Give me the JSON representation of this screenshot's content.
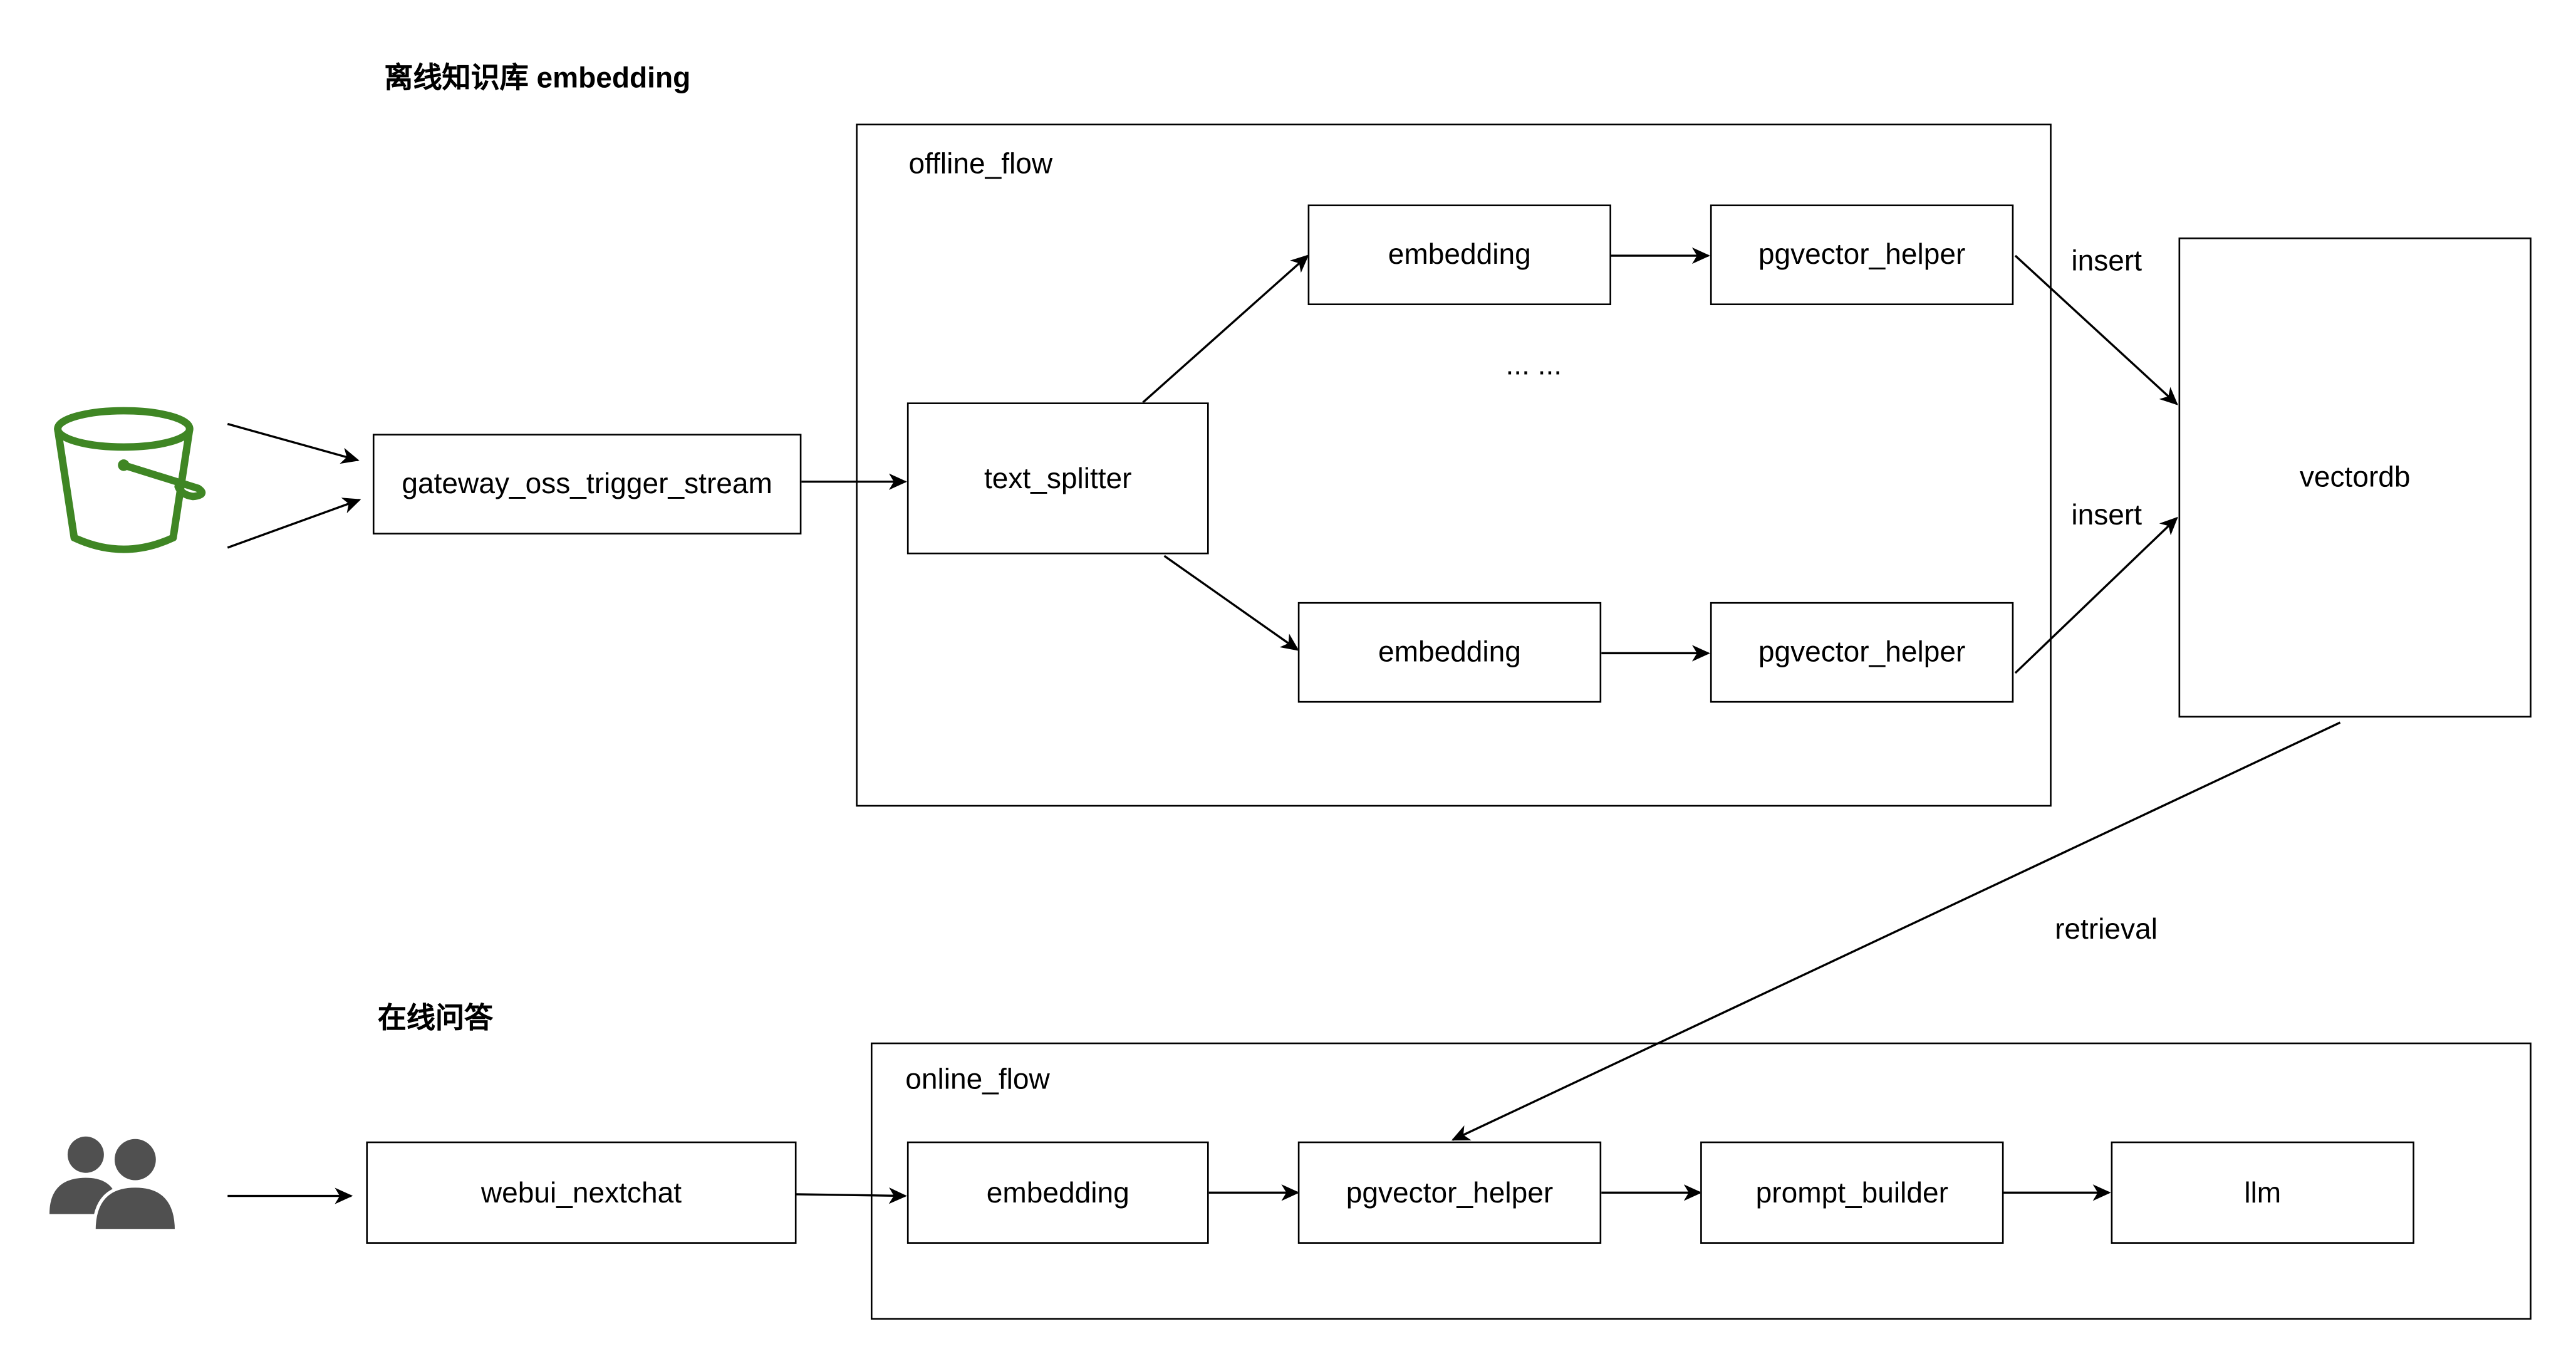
{
  "sections": {
    "offline_title": "离线知识库 embedding",
    "online_title": "在线问答"
  },
  "frames": {
    "offline": "offline_flow",
    "online": "online_flow"
  },
  "nodes": {
    "gateway": "gateway_oss_trigger_stream",
    "text_splitter": "text_splitter",
    "embedding_top": "embedding",
    "pgvector_top": "pgvector_helper",
    "ellipsis": "... ...",
    "embedding_bottom": "embedding",
    "pgvector_bottom": "pgvector_helper",
    "vectordb": "vectordb",
    "webui": "webui_nextchat",
    "embedding_online": "embedding",
    "pgvector_online": "pgvector_helper",
    "prompt_builder": "prompt_builder",
    "llm": "llm"
  },
  "edge_labels": {
    "insert_top": "insert",
    "insert_bottom": "insert",
    "retrieval": "retrieval"
  },
  "icons": {
    "bucket": "storage-bucket-icon",
    "users": "users-icon"
  },
  "colors": {
    "bucket_green": "#3F8624",
    "users_gray": "#505050",
    "line": "#000000"
  }
}
